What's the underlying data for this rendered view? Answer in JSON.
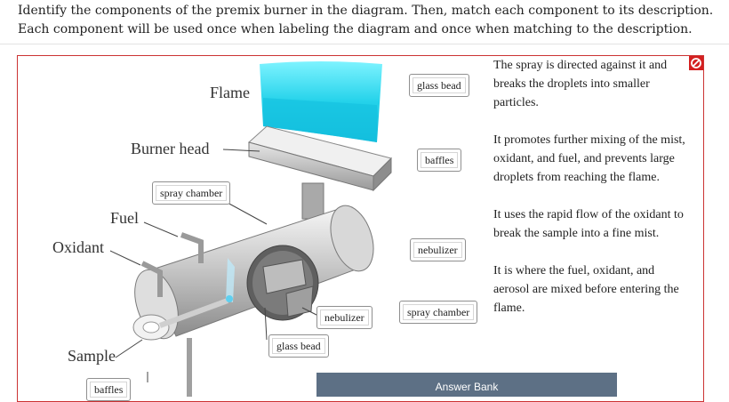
{
  "instructions": "Identify the components of the premix burner in the diagram. Then, match each component to its description. Each component will be used once when labeling the diagram and once when matching to the description.",
  "diagram_labels": {
    "flame": "Flame",
    "burner_head": "Burner head",
    "fuel": "Fuel",
    "oxidant": "Oxidant",
    "sample": "Sample"
  },
  "diagram_chips": {
    "spray_chamber": "spray chamber",
    "nebulizer": "nebulizer",
    "glass_bead": "glass bead",
    "baffles": "baffles"
  },
  "match_chips": [
    "glass bead",
    "baffles",
    "nebulizer",
    "spray chamber"
  ],
  "descriptions": [
    "The spray is directed against it and breaks the droplets into smaller particles.",
    "It promotes further mixing of the mist, oxidant, and fuel, and prevents large droplets from reaching the flame.",
    "It uses the rapid flow of the oxidant to break the sample into a fine mist.",
    "It is where the fuel, oxidant, and aerosol are mixed before entering the flame."
  ],
  "answer_bank": {
    "title": "Answer Bank"
  },
  "colors": {
    "error": "#d42020",
    "panel_border": "#cc3333",
    "answer_bank_bg": "#5d7085",
    "flame": "#2fd3e6"
  },
  "icons": {
    "status": "error-circle-slash-icon"
  }
}
